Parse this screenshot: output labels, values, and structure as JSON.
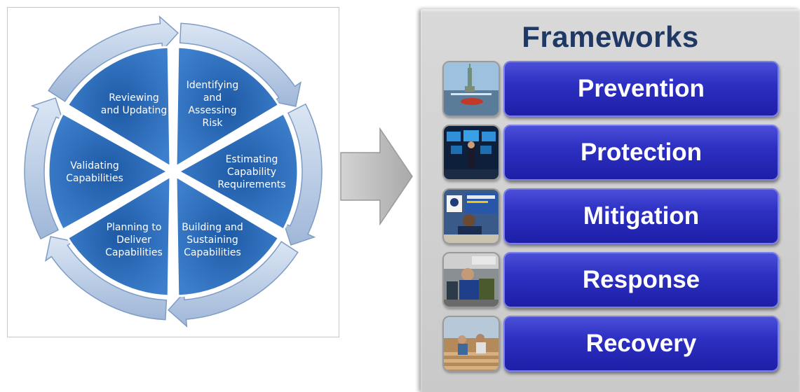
{
  "cycle": {
    "segments": [
      {
        "lines": [
          "Identifying",
          "and",
          "Assessing",
          "Risk"
        ]
      },
      {
        "lines": [
          "Estimating",
          "Capability",
          "Requirements"
        ]
      },
      {
        "lines": [
          "Building and",
          "Sustaining",
          "Capabilities"
        ]
      },
      {
        "lines": [
          "Planning to",
          "Deliver",
          "Capabilities"
        ]
      },
      {
        "lines": [
          "Validating",
          "Capabilities"
        ]
      },
      {
        "lines": [
          "Reviewing",
          "and Updating"
        ]
      }
    ],
    "colors": {
      "segment": "#2f6fb8",
      "segment_dark": "#1f4f8f",
      "ring": "#b9cde8"
    }
  },
  "frameworks": {
    "title": "Frameworks",
    "items": [
      {
        "label": "Prevention",
        "thumb": "statue-of-liberty-photo"
      },
      {
        "label": "Protection",
        "thumb": "operations-center-photo"
      },
      {
        "label": "Mitigation",
        "thumb": "mitigation-booth-photo"
      },
      {
        "label": "Response",
        "thumb": "responder-photo"
      },
      {
        "label": "Recovery",
        "thumb": "rebuilding-photo"
      }
    ],
    "colors": {
      "title": "#1f3864",
      "button": "#2d30c2"
    }
  }
}
